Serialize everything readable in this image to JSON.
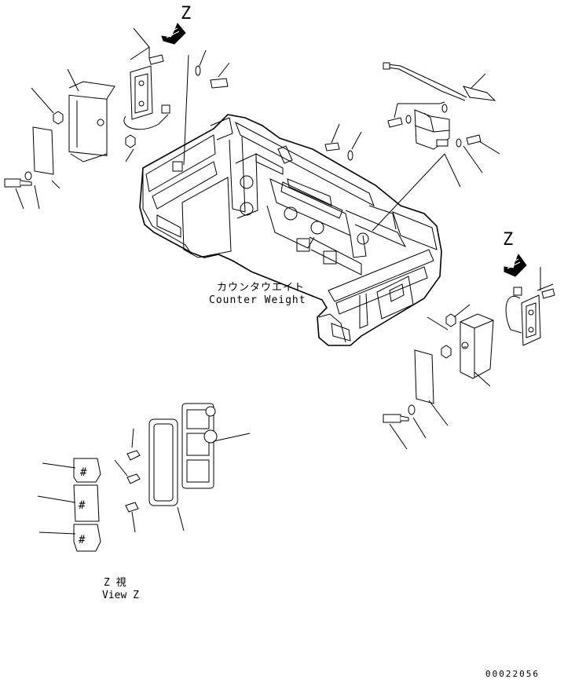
{
  "view_marker_top": "Z",
  "view_marker_right": "Z",
  "main_label_jp": "カウンタウエイト",
  "main_label_en": "Counter Weight",
  "view_label_jp": "Z 視",
  "view_label_en": "View Z",
  "drawing_number": "00022056",
  "lens_symbol": "#"
}
